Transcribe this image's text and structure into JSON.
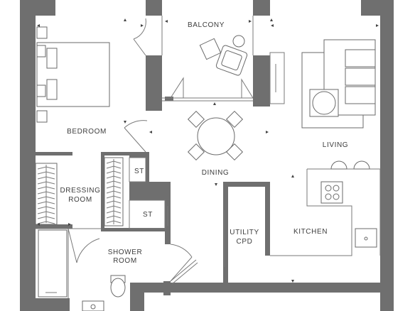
{
  "rooms": {
    "balcony": "BALCONY",
    "bedroom": "BEDROOM",
    "living": "LIVING",
    "dining": "DINING",
    "dressing_line1": "DRESSING",
    "dressing_line2": "ROOM",
    "storage_upper": "ST",
    "storage_lower": "ST",
    "utility_line1": "UTILITY",
    "utility_line2": "CPD",
    "kitchen": "KITCHEN",
    "shower_line1": "SHOWER",
    "shower_line2": "ROOM"
  },
  "colors": {
    "wall": "#6f6f6f",
    "line": "#7a7a7a",
    "text": "#3d3d3d",
    "background": "#ffffff"
  }
}
